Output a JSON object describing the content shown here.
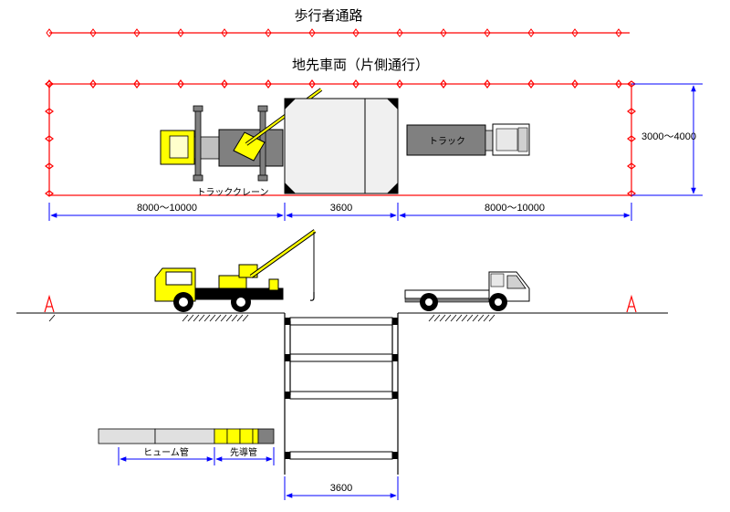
{
  "labels": {
    "sidewalk": "歩行者通路",
    "lane": "地先車両（片側通行）",
    "truck_crane": "トラッククレーン",
    "truck": "トラック",
    "width_range": "3000～4000",
    "crane_length": "8000～10000",
    "pit_width_top": "3600",
    "truck_length": "8000～10000",
    "pit_width_bottom": "3600",
    "hume_pipe": "ヒューム管",
    "lead_pipe": "先導管"
  },
  "colors": {
    "barrier": "#ff0000",
    "dimension": "#0000ff",
    "crane_yellow": "#ffff00",
    "machine_gray": "#808080",
    "outline": "#000000"
  }
}
